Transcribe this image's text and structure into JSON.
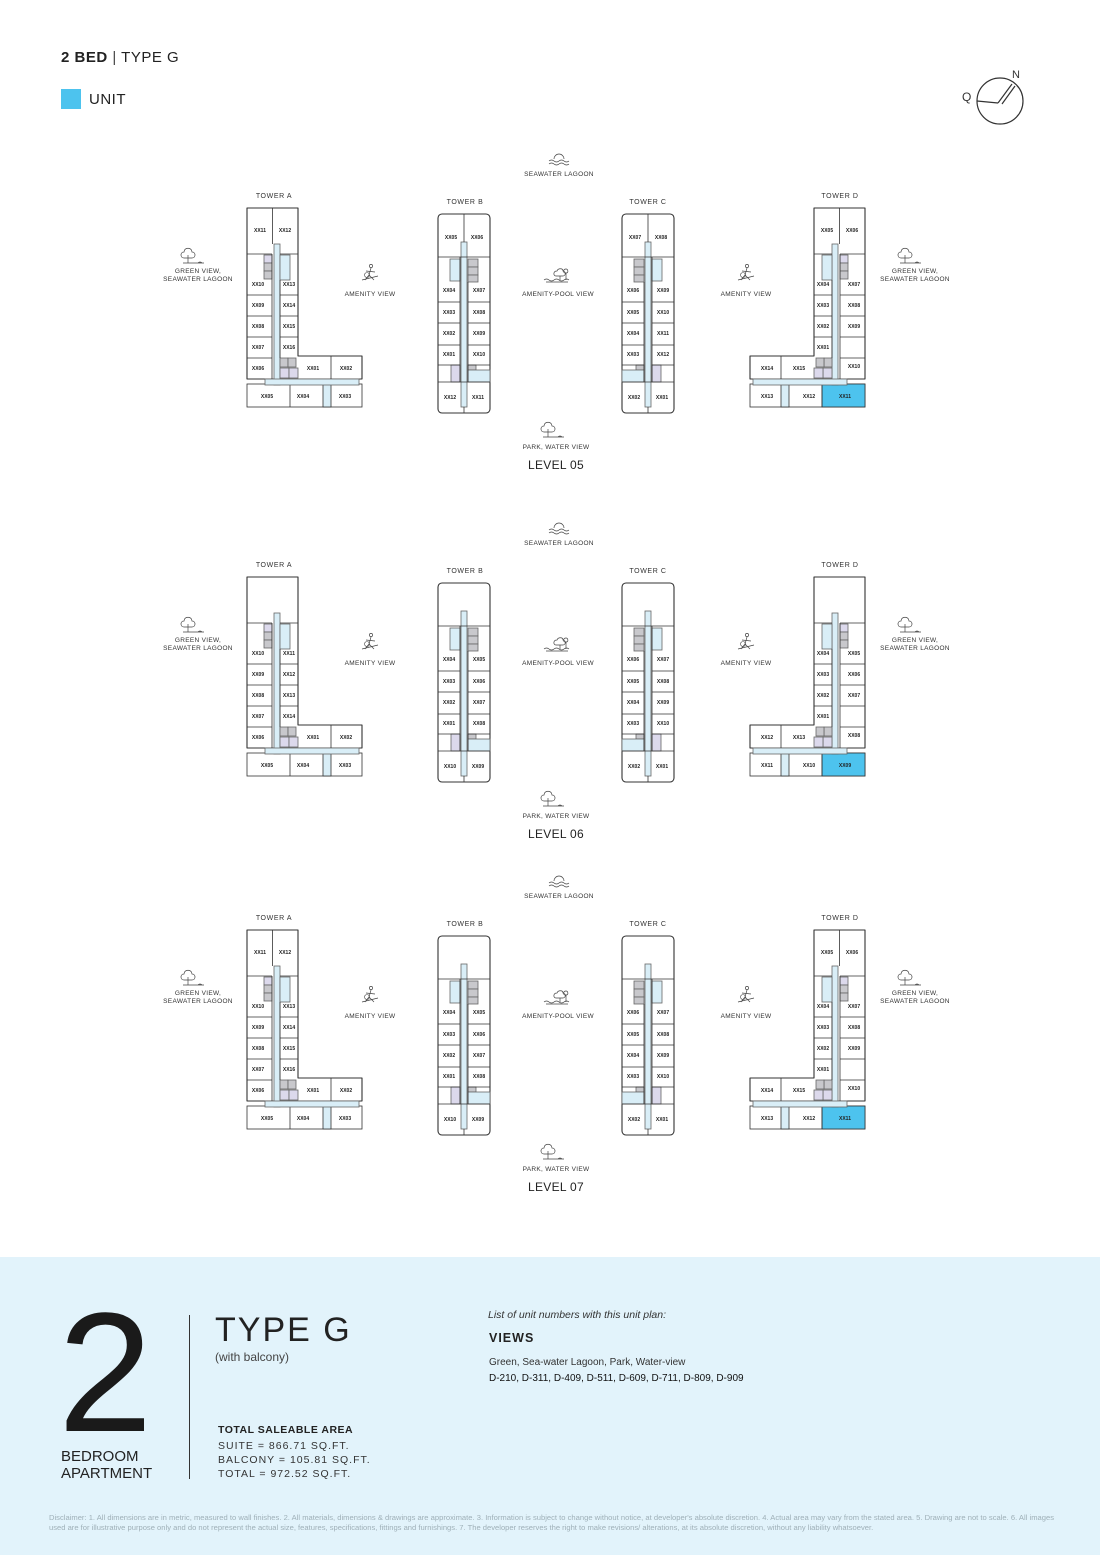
{
  "header": {
    "bed": "2 BED",
    "separator": "|",
    "type": "TYPE G"
  },
  "legend": {
    "label": "UNIT",
    "color": "#4dc3ee"
  },
  "compass": {
    "north": "N",
    "q": "Q"
  },
  "colors": {
    "unit": "#4dc3ee",
    "corridor": "#d9eef7",
    "core_grey": "#c8c8cc",
    "core_lavender": "#dcd9ec",
    "panel": "#e2f3fb"
  },
  "views": {
    "top": "SEAWATER LAGOON",
    "bottom": "PARK, WATER VIEW",
    "green_line1": "GREEN VIEW,",
    "green_line2": "SEAWATER LAGOON",
    "amenity": "AMENITY VIEW",
    "amenity_pool": "AMENITY-POOL VIEW"
  },
  "levels": [
    {
      "label": "LEVEL 05",
      "towers": [
        {
          "name": "TOWER A",
          "units": {
            "top-l": "XX11",
            "top-r": "XX12",
            "l1": "XX10",
            "l2": "XX09",
            "l3": "XX08",
            "l4": "XX07",
            "l5": "XX06",
            "r1": "XX13",
            "r2": "XX14",
            "r3": "XX15",
            "r4": "XX16",
            "w1": "XX01",
            "w2": "XX02",
            "b1": "XX05",
            "b2": "XX04",
            "b3": "XX03"
          }
        },
        {
          "name": "TOWER B",
          "units": {
            "top-l": "XX05",
            "top-r": "XX06",
            "l1": "XX04",
            "l2": "XX03",
            "l3": "XX02",
            "l4": "XX01",
            "r1": "XX07",
            "r2": "XX08",
            "r3": "XX09",
            "r4": "XX10",
            "b-l": "XX12",
            "b-r": "XX11"
          }
        },
        {
          "name": "TOWER C",
          "units": {
            "top-l": "XX07",
            "top-r": "XX08",
            "l1": "XX06",
            "l2": "XX05",
            "l3": "XX04",
            "l4": "XX03",
            "r1": "XX09",
            "r2": "XX10",
            "r3": "XX11",
            "r4": "XX12",
            "b-l": "XX02",
            "b-r": "XX01"
          }
        },
        {
          "name": "TOWER D",
          "units": {
            "top-l": "XX05",
            "top-r": "XX06",
            "l1": "XX04",
            "l2": "XX03",
            "l3": "XX02",
            "l4": "XX01",
            "r1": "XX07",
            "r2": "XX08",
            "r3": "XX09",
            "r4": "XX10",
            "w1": "XX14",
            "w2": "XX15",
            "b1": "XX13",
            "b2": "XX12",
            "b3": "XX11"
          },
          "highlight": "b3"
        }
      ]
    },
    {
      "label": "LEVEL 06",
      "towers": [
        {
          "name": "TOWER A",
          "units": {
            "l1": "XX10",
            "l2": "XX09",
            "l3": "XX08",
            "l4": "XX07",
            "l5": "XX06",
            "r1": "XX11",
            "r2": "XX12",
            "r3": "XX13",
            "r4": "XX14",
            "w1": "XX01",
            "w2": "XX02",
            "b1": "XX05",
            "b2": "XX04",
            "b3": "XX03"
          }
        },
        {
          "name": "TOWER B",
          "units": {
            "l1": "XX04",
            "l2": "XX03",
            "l3": "XX02",
            "l4": "XX01",
            "r1": "XX05",
            "r2": "XX06",
            "r3": "XX07",
            "r4": "XX08",
            "b-l": "XX10",
            "b-r": "XX09"
          }
        },
        {
          "name": "TOWER C",
          "units": {
            "l1": "XX06",
            "l2": "XX05",
            "l3": "XX04",
            "l4": "XX03",
            "r1": "XX07",
            "r2": "XX08",
            "r3": "XX09",
            "r4": "XX10",
            "b-l": "XX02",
            "b-r": "XX01"
          }
        },
        {
          "name": "TOWER D",
          "units": {
            "l1": "XX04",
            "l2": "XX03",
            "l3": "XX02",
            "l4": "XX01",
            "r1": "XX05",
            "r2": "XX06",
            "r3": "XX07",
            "r4": "XX08",
            "w1": "XX12",
            "w2": "XX13",
            "b1": "XX11",
            "b2": "XX10",
            "b3": "XX09"
          },
          "highlight": "b3"
        }
      ]
    },
    {
      "label": "LEVEL 07",
      "towers": [
        {
          "name": "TOWER A",
          "units": {
            "top-l": "XX11",
            "top-r": "XX12",
            "l1": "XX10",
            "l2": "XX09",
            "l3": "XX08",
            "l4": "XX07",
            "l5": "XX06",
            "r1": "XX13",
            "r2": "XX14",
            "r3": "XX15",
            "r4": "XX16",
            "w1": "XX01",
            "w2": "XX02",
            "b1": "XX05",
            "b2": "XX04",
            "b3": "XX03"
          }
        },
        {
          "name": "TOWER B",
          "units": {
            "l1": "XX04",
            "l2": "XX03",
            "l3": "XX02",
            "l4": "XX01",
            "r1": "XX05",
            "r2": "XX06",
            "r3": "XX07",
            "r4": "XX08",
            "b-l": "XX10",
            "b-r": "XX09"
          }
        },
        {
          "name": "TOWER C",
          "units": {
            "l1": "XX06",
            "l2": "XX05",
            "l3": "XX04",
            "l4": "XX03",
            "r1": "XX07",
            "r2": "XX08",
            "r3": "XX09",
            "r4": "XX10",
            "b-l": "XX02",
            "b-r": "XX01"
          }
        },
        {
          "name": "TOWER D",
          "units": {
            "top-l": "XX05",
            "top-r": "XX06",
            "l1": "XX04",
            "l2": "XX03",
            "l3": "XX02",
            "l4": "XX01",
            "r1": "XX07",
            "r2": "XX08",
            "r3": "XX09",
            "r4": "XX10",
            "w1": "XX14",
            "w2": "XX15",
            "b1": "XX13",
            "b2": "XX12",
            "b3": "XX11"
          },
          "highlight": "b3"
        }
      ]
    }
  ],
  "summary": {
    "bedrooms": "2",
    "bedroom_line1": "BEDROOM",
    "bedroom_line2": "APARTMENT",
    "type": "TYPE G",
    "type_sub": "(with balcony)",
    "area_title": "TOTAL SALEABLE AREA",
    "suite": "SUITE = 866.71 SQ.FT.",
    "balcony": "BALCONY = 105.81 SQ.FT.",
    "total": "TOTAL = 972.52 SQ.FT.",
    "list_intro": "List of unit numbers with this unit plan:",
    "views_title": "VIEWS",
    "views_desc": "Green, Sea-water Lagoon, Park, Water-view",
    "unit_list": "D-210, D-311, D-409, D-511, D-609, D-711, D-809, D-909"
  },
  "disclaimer": "Disclaimer: 1. All dimensions are in metric, measured to wall finishes. 2. All materials, dimensions & drawings are approximate. 3. Information is subject to change without notice, at developer's absolute discretion. 4. Actual area may vary from the stated area. 5. Drawing are not to scale. 6. All images used are for illustrative purpose only and do not represent the actual size, features, specifications, fittings and furnishings. 7. The developer reserves the right to make revisions/ alterations, at its absolute discretion, without any liability whatsoever."
}
